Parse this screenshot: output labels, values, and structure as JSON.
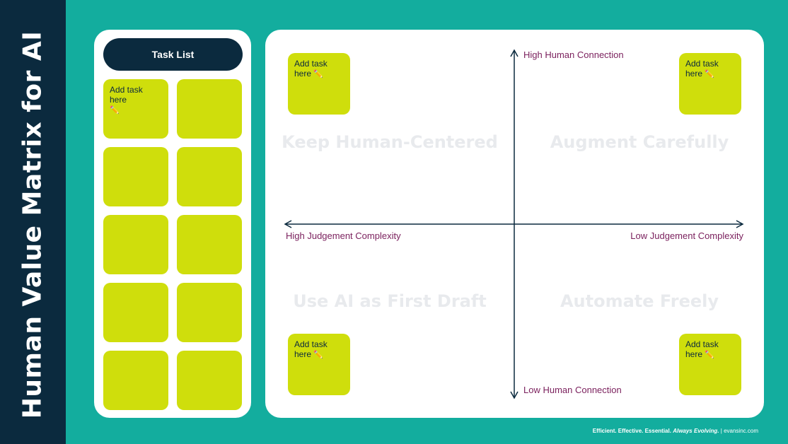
{
  "title": "Human Value Matrix for AI",
  "task_list": {
    "header": "Task List",
    "notes": [
      "Add task here",
      "",
      "",
      "",
      "",
      "",
      "",
      "",
      "",
      ""
    ]
  },
  "matrix": {
    "axes": {
      "top": "High Human Connection",
      "bottom": "Low Human Connection",
      "left": "High Judgement Complexity",
      "right": "Low Judgement Complexity"
    },
    "quadrants": {
      "top_left": "Keep Human-Centered",
      "top_right": "Augment Carefully",
      "bottom_left": "Use AI as First Draft",
      "bottom_right": "Automate Freely"
    },
    "corner_notes": {
      "top_left": "Add task here",
      "top_right": "Add task here",
      "bottom_left": "Add task here",
      "bottom_right": "Add task here"
    },
    "pencil_icon": "✏️"
  },
  "footer": {
    "part1": "Efficient. Effective. Essential.",
    "part2": "Always Evolving.",
    "part3": "| evansinc.com"
  },
  "colors": {
    "navy": "#0b2a3e",
    "teal": "#13ad9e",
    "note": "#cfde0c",
    "axis_label": "#7a1f5c",
    "quadrant_label": "#e8eaed"
  }
}
